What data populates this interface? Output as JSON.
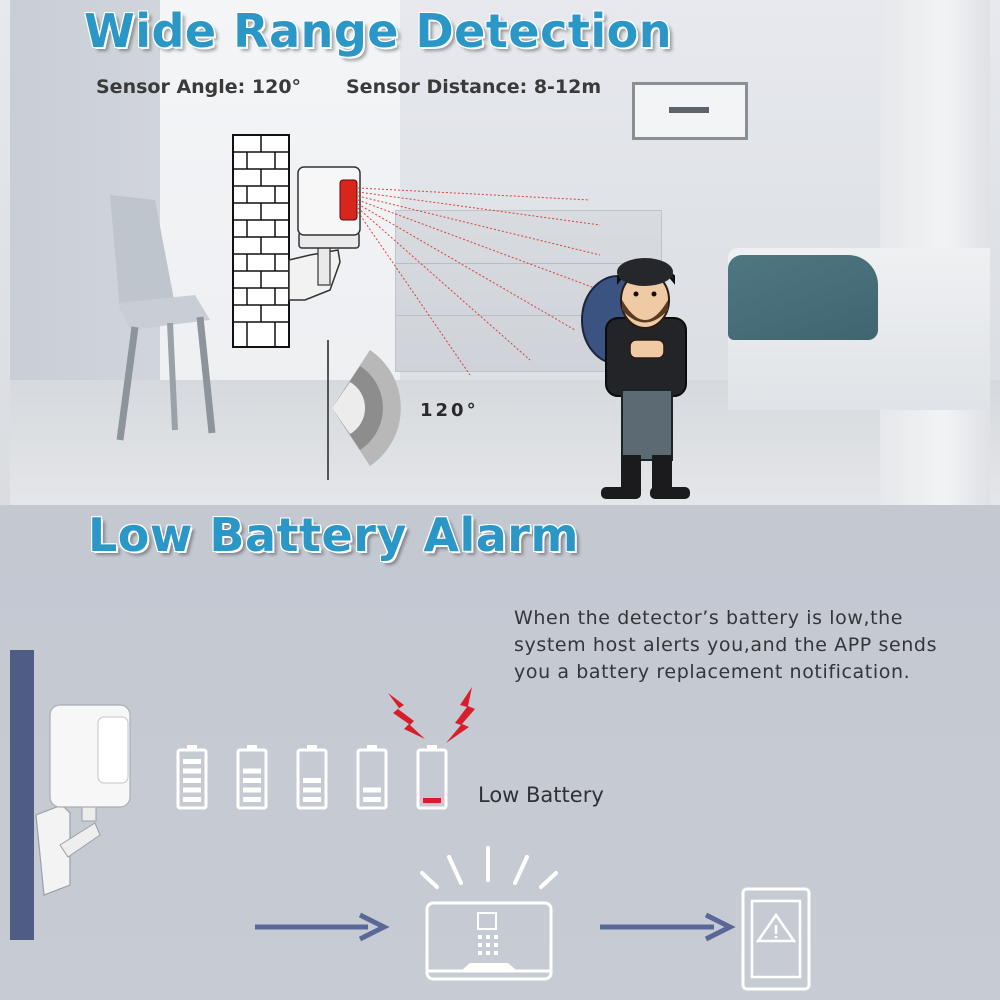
{
  "top_section": {
    "title": "Wide Range Detection",
    "sensor_angle": "Sensor Angle: 120°",
    "sensor_distance": "Sensor Distance: 8-12m",
    "angle_diagram_label": "120°"
  },
  "bottom_section": {
    "title": "Low Battery Alarm",
    "notice_lines": [
      "When the detector’s battery is low,the",
      "system host alerts you,and the APP sends",
      "you a battery replacement notification."
    ],
    "battery_levels": [
      1.0,
      0.8,
      0.6,
      0.4,
      0.1
    ],
    "low_battery_label": "Low Battery"
  },
  "colors": {
    "title": "#2a97c6",
    "arrow": "#5a6897",
    "alert": "#d81e2a",
    "sensor_lens": "#d8261e"
  },
  "icons": [
    "pir-sensor-icon",
    "battery-icon",
    "alert-bolt-icon",
    "arrow-right-icon",
    "alarm-host-icon",
    "phone-warning-icon",
    "person-icon",
    "brick-wall-icon"
  ]
}
